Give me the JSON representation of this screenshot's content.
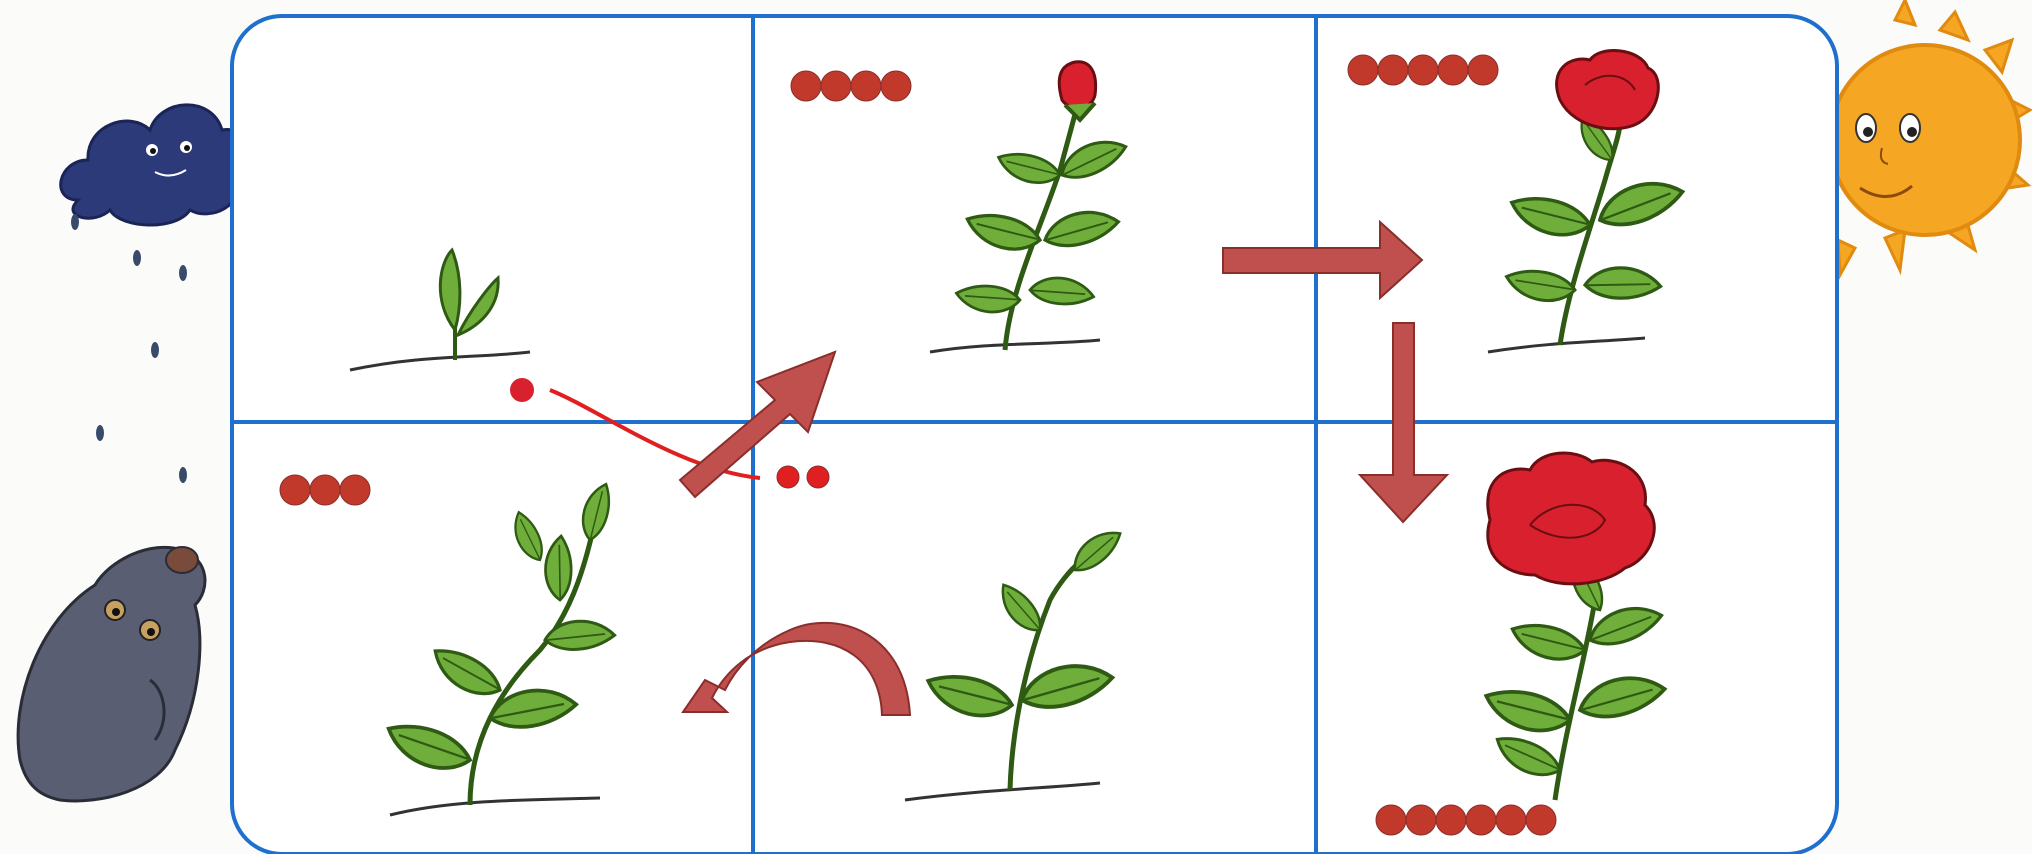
{
  "diagram": {
    "panels": [
      {
        "stage": 1,
        "dots": 1
      },
      {
        "stage": 2,
        "dots": 2
      },
      {
        "stage": 3,
        "dots": 3
      },
      {
        "stage": 4,
        "dots": 4
      },
      {
        "stage": 5,
        "dots": 5
      },
      {
        "stage": 6,
        "dots": 6
      }
    ]
  },
  "colors": {
    "grid": "#1f6fcf",
    "dot": "#c0392b",
    "arrow": "#c0504d",
    "leaf": "#6fae3a",
    "petal": "#d8202e",
    "cloud": "#2c3a7a",
    "sun": "#f5a623",
    "mole": "#5a5e72"
  },
  "icons": [
    "rain-cloud-icon",
    "sun-icon",
    "mole-icon"
  ]
}
